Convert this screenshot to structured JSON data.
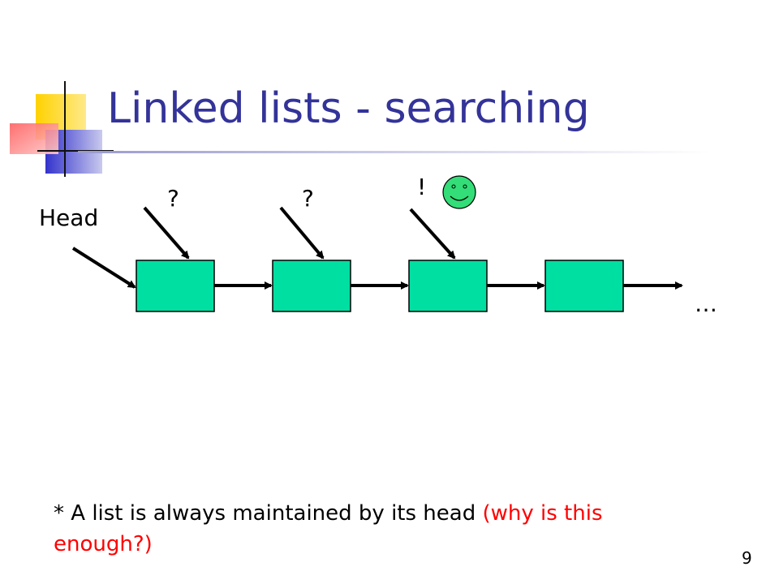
{
  "slide": {
    "title": "Linked lists - searching",
    "head_label": "Head",
    "probe_marks": [
      "?",
      "?",
      "!"
    ],
    "ellipsis": "…",
    "footnote": {
      "main": "* A list is always maintained by its head ",
      "aside": "(why is this enough?)"
    },
    "page_number": "9"
  },
  "colors": {
    "title": "#333399",
    "node_fill": "#00dfa2",
    "smiley_fill": "#33dd77",
    "aside_text": "#ff0000"
  },
  "icons": [
    "smiley-face-icon"
  ]
}
